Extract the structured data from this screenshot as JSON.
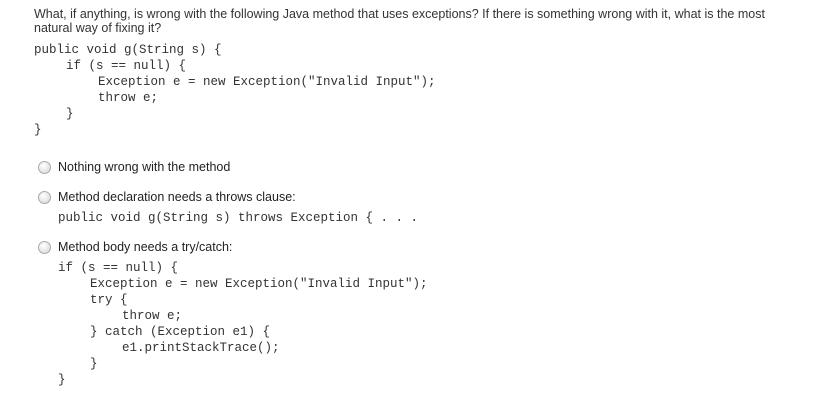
{
  "question": {
    "text": "What, if anything, is wrong with the following Java method that uses exceptions? If there is something wrong with it, what is the most natural way of fixing it?",
    "code": [
      {
        "indent": 0,
        "text": "public void g(String s) {"
      },
      {
        "indent": 1,
        "text": "if (s == null) {"
      },
      {
        "indent": 2,
        "text": "Exception e = new Exception(\"Invalid Input\");"
      },
      {
        "indent": 2,
        "text": "throw e;"
      },
      {
        "indent": 1,
        "text": "}"
      },
      {
        "indent": 0,
        "text": "}"
      }
    ]
  },
  "options": [
    {
      "label": "Nothing wrong with the method",
      "selected": false,
      "code": []
    },
    {
      "label": "Method declaration needs a throws clause:",
      "selected": false,
      "code": [
        {
          "indent": 0,
          "text": "public void g(String s) throws Exception { . . ."
        }
      ]
    },
    {
      "label": "Method body needs a try/catch:",
      "selected": false,
      "code": [
        {
          "indent": 0,
          "text": "if (s == null) {"
        },
        {
          "indent": 1,
          "text": "Exception e = new Exception(\"Invalid Input\");"
        },
        {
          "indent": 1,
          "text": "try {"
        },
        {
          "indent": 2,
          "text": "throw e;"
        },
        {
          "indent": 1,
          "text": "} catch (Exception e1) {"
        },
        {
          "indent": 2,
          "text": "e1.printStackTrace();"
        },
        {
          "indent": 1,
          "text": "}"
        },
        {
          "indent": 0,
          "text": "}"
        }
      ]
    }
  ]
}
